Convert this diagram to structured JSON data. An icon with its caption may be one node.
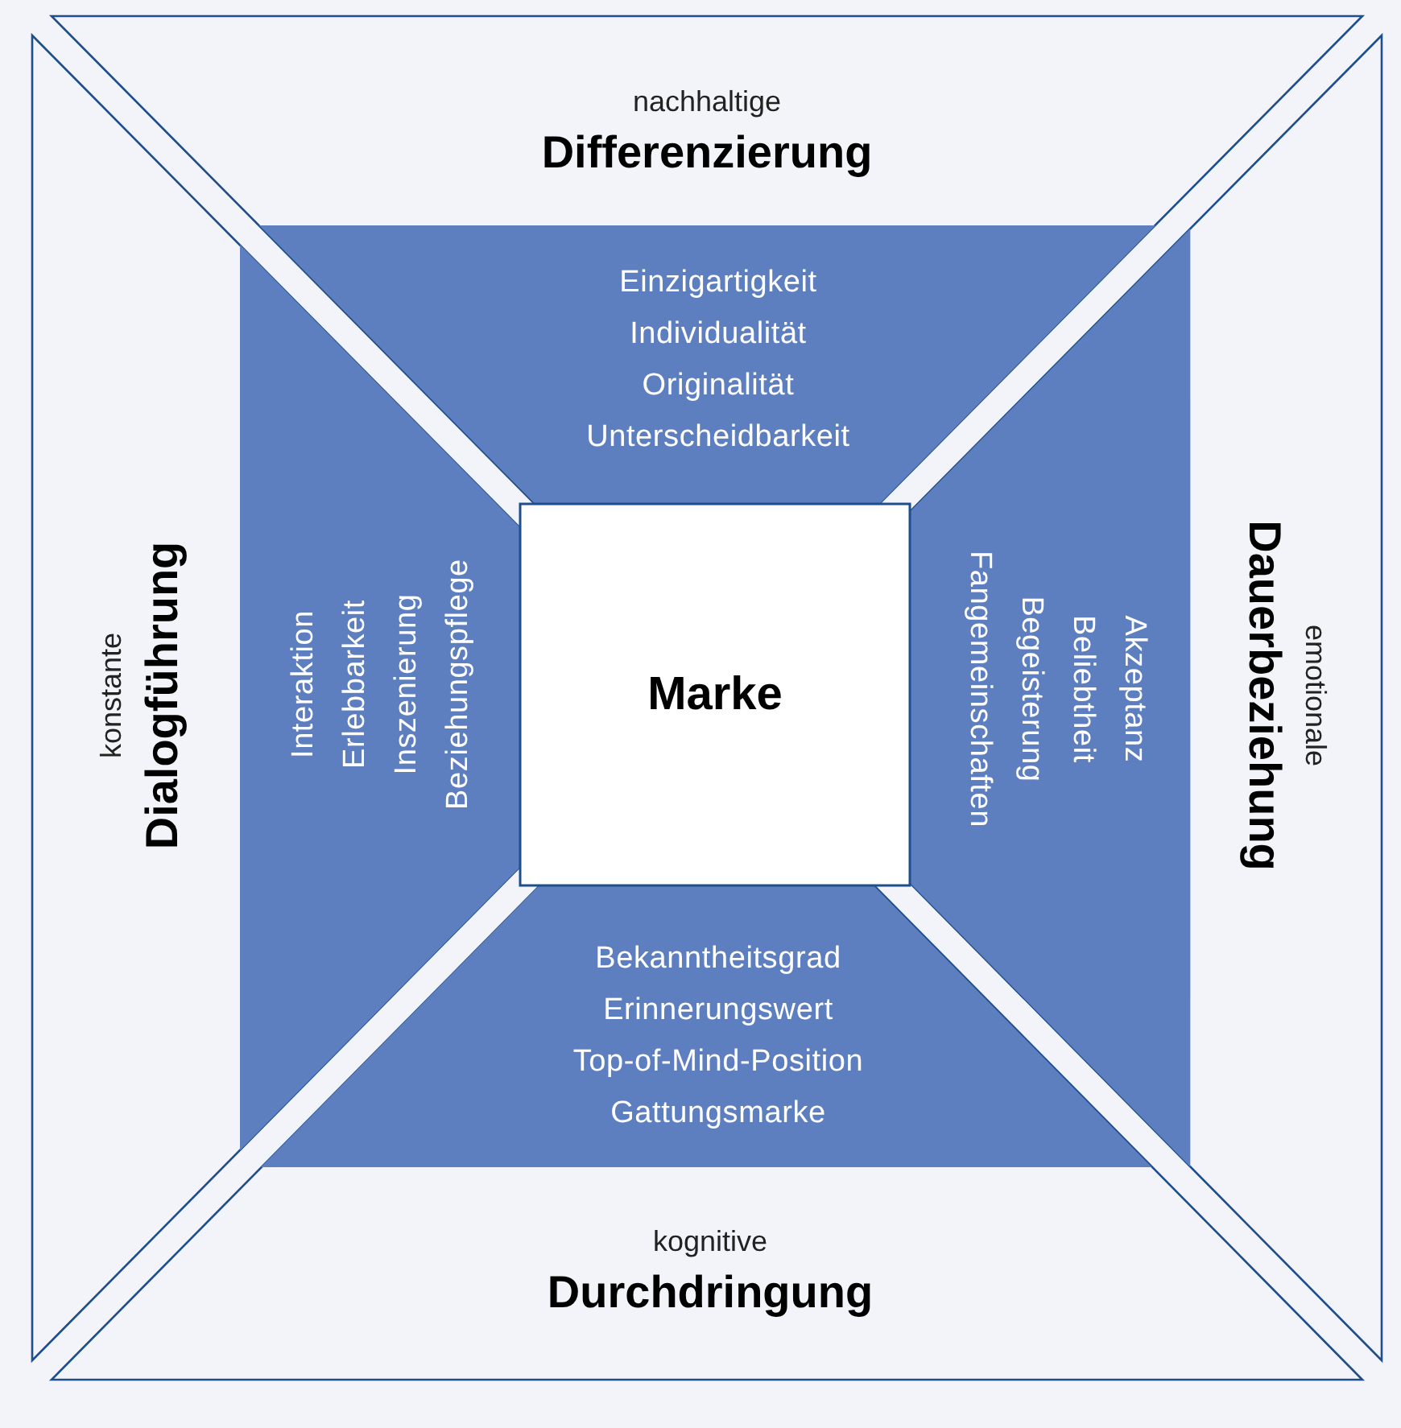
{
  "diagram": {
    "nodes": [
      {
        "text": [
          "nachhaltige",
          "Differenzierung"
        ]
      },
      {
        "text": [
          "Einzigartigkeit",
          "Individualität",
          "Originalität",
          "Unterscheidbarkeit"
        ],
        "in": 0
      },
      {
        "text": [
          "konstante",
          "Dialogführung"
        ]
      },
      {
        "text": [
          "Interaktion",
          "Erlebbarkeit",
          "Inszenierung",
          "Beziehungspflege"
        ],
        "in": 2
      },
      {
        "text": [
          "Marke"
        ]
      },
      {
        "text": [
          "emotionale",
          "Dauerbeziehung"
        ]
      },
      {
        "text": [
          "Akzeptanz",
          "Beliebtheit",
          "Begeisterung",
          "Fangemeinschaften"
        ],
        "in": 5
      },
      {
        "text": [
          "kognitive",
          "Durchdringung"
        ]
      },
      {
        "text": [
          "Bekanntheitsgrad",
          "Erinnerungswert",
          "Top-of-Mind-Position",
          "Gattungsmarke"
        ],
        "in": 7
      }
    ]
  }
}
